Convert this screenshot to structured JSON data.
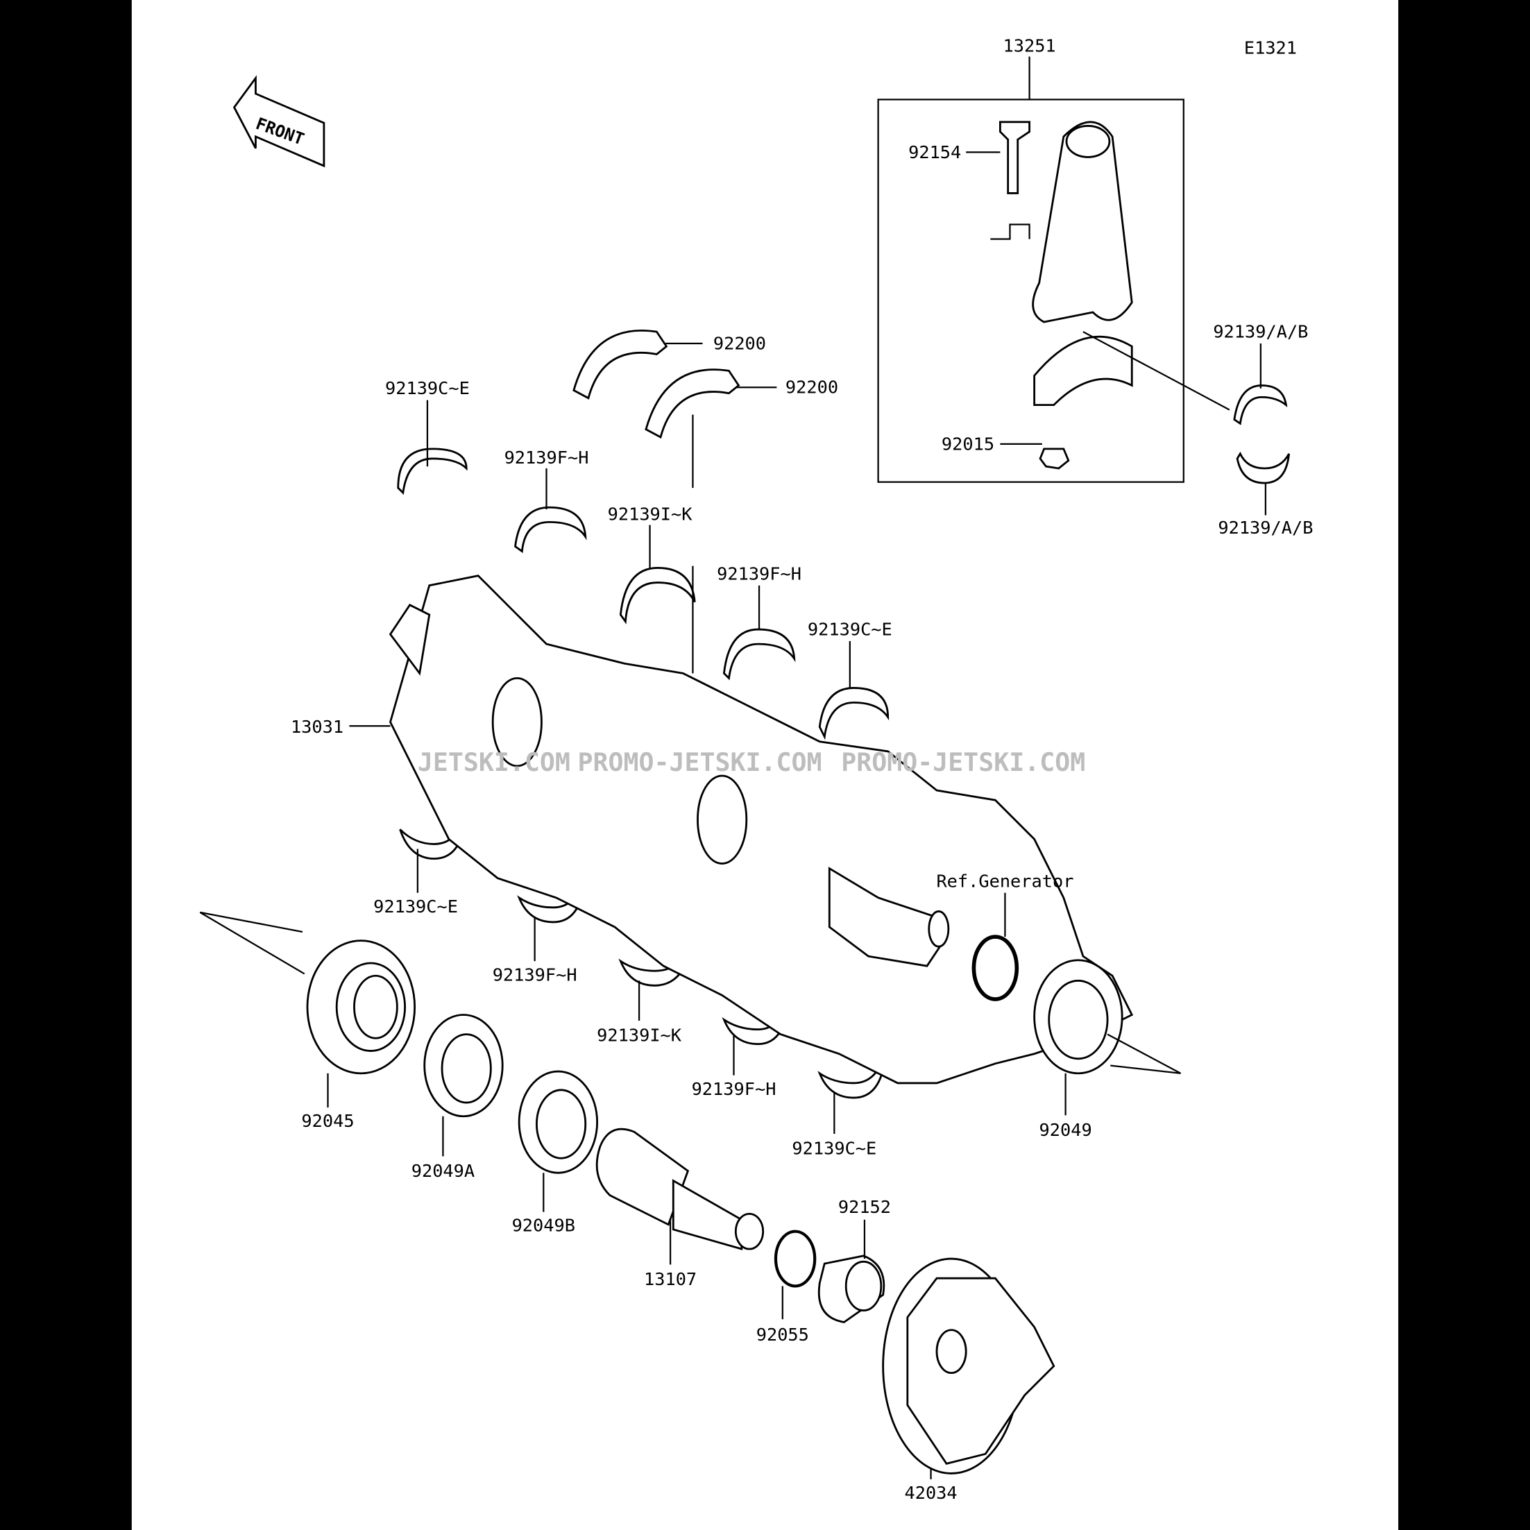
{
  "diagram_code": "E1321",
  "front_arrow": "FRONT",
  "watermark": [
    "JETSKI.COM",
    "PROMO-JETSKI.COM",
    "PROMO-JETSKI.COM"
  ],
  "labels": [
    "13251",
    "92154",
    "92200",
    "92200",
    "92139C~E",
    "92139/A/B",
    "92015",
    "92139F~H",
    "92139I~K",
    "92139/A/B",
    "92139F~H",
    "92139C~E",
    "13031",
    "92139C~E",
    "Ref.Generator",
    "92139F~H",
    "92139I~K",
    "92139F~H",
    "92045",
    "92049",
    "92139C~E",
    "92049A",
    "92152",
    "92049B",
    "13107",
    "92055",
    "42034"
  ]
}
